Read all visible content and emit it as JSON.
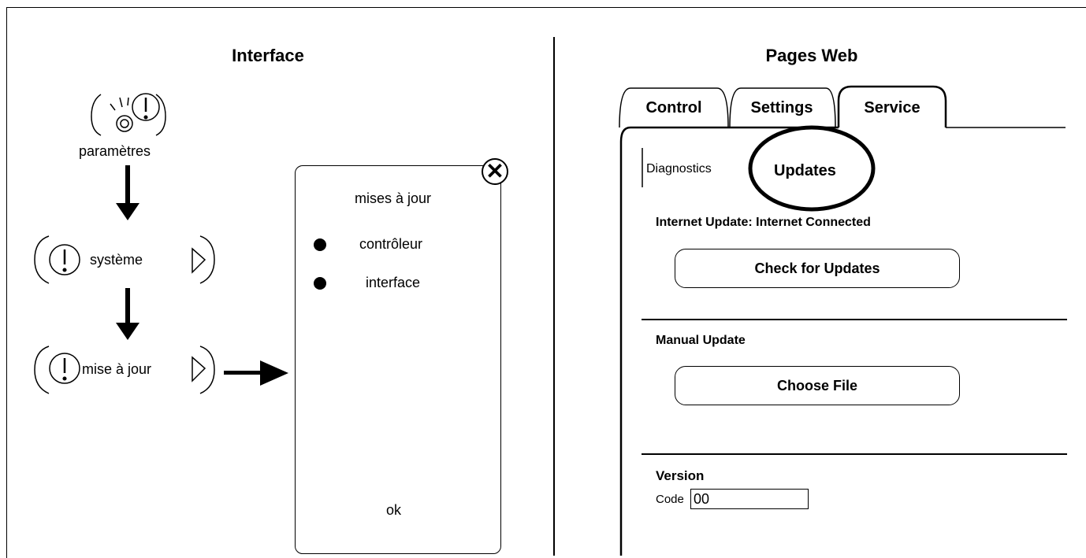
{
  "interface": {
    "title": "Interface",
    "settings_label": "paramètres",
    "system_label": "système",
    "update_label": "mise à jour",
    "dialog": {
      "title": "mises à jour",
      "options": [
        "contrôleur",
        "interface"
      ],
      "ok_label": "ok",
      "close_glyph": "✕"
    }
  },
  "web": {
    "title": "Pages Web",
    "tabs": [
      {
        "label": "Control"
      },
      {
        "label": "Settings"
      },
      {
        "label": "Service",
        "active": true
      }
    ],
    "subtabs": [
      {
        "label": "Diagnostics"
      },
      {
        "label": "Updates",
        "active": true,
        "highlighted": true
      }
    ],
    "internet_update_label": "Internet Update: Internet Connected",
    "check_updates_label": "Check for Updates",
    "manual_update_label": "Manual Update",
    "choose_file_label": "Choose File",
    "version_label": "Version",
    "code_label": "Code",
    "code_value": "00"
  }
}
